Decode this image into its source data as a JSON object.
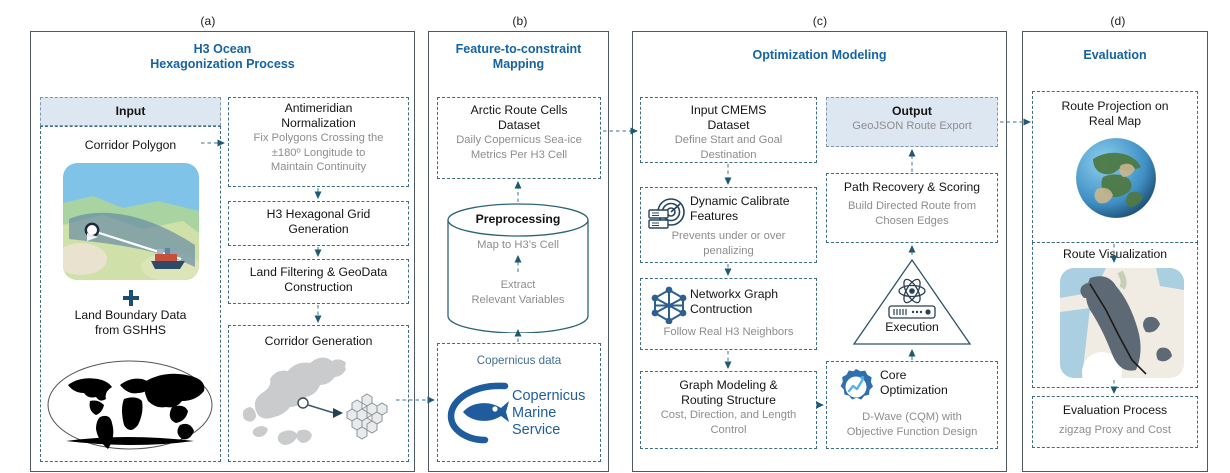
{
  "figure": {
    "captions": [
      "(a)",
      "(b)",
      "(c)",
      "(d)"
    ]
  },
  "panels": {
    "a": {
      "caption": "(a)",
      "title": "H3 Ocean\nHexagonization Process",
      "title_line1": "H3 Ocean",
      "title_line2": "Hexagonization Process",
      "input_header": "Input",
      "input_item1": "Corridor Polygon",
      "input_plus": "+",
      "input_item2_line1": "Land Boundary Data",
      "input_item2_line2": "from GSHHS",
      "steps": [
        {
          "title_line1": "Antimeridian",
          "title_line2": "Normalization",
          "sub_line1": "Fix Polygons Crossing the",
          "sub_line2": "±180º Longitude to",
          "sub_line3": "Maintain Continuity"
        },
        {
          "title_line1": "H3 Hexagonal Grid",
          "title_line2": "Generation",
          "sub_line1": "",
          "sub_line2": "",
          "sub_line3": ""
        },
        {
          "title_line1": "Land Filtering & GeoData",
          "title_line2": "Construction",
          "sub_line1": "",
          "sub_line2": "",
          "sub_line3": ""
        },
        {
          "title_line1": "Corridor Generation",
          "title_line2": "",
          "sub_line1": "",
          "sub_line2": "",
          "sub_line3": ""
        }
      ]
    },
    "b": {
      "caption": "(b)",
      "title_line1": "Feature-to-constraint",
      "title_line2": "Mapping",
      "dataset_title_line1": "Arctic Route Cells",
      "dataset_title_line2": "Dataset",
      "dataset_sub_line1": "Daily Copernicus Sea-ice",
      "dataset_sub_line2": "Metrics Per H3 Cell",
      "cylinder_title": "Preprocessing",
      "cylinder_line1": "Map to H3’s Cell",
      "cylinder_line2": "Extract",
      "cylinder_line3": "Relevant Variables",
      "source_label": "Copernicus data",
      "logo_line1": "Copernicus",
      "logo_line2": "Marine Service"
    },
    "c": {
      "caption": "(c)",
      "title": "Optimization Modeling",
      "left_column": [
        {
          "title_line1": "Input CMEMS",
          "title_line2": "Dataset",
          "sub_line1": "Define Start and Goal",
          "sub_line2": "Destination",
          "icon": ""
        },
        {
          "title_line1": "Dynamic Calibrate",
          "title_line2": "Features",
          "sub_line1": "Prevents under or over",
          "sub_line2": "penalizing",
          "icon": "radar-server-icon"
        },
        {
          "title_line1": "Networkx Graph",
          "title_line2": "Contruction",
          "sub_line1": "Follow Real H3 Neighbors",
          "sub_line2": "",
          "icon": "graph-network-icon"
        },
        {
          "title_line1": "Graph Modeling &",
          "title_line2": "Routing Structure",
          "sub_line1": "Cost, Direction, and Length",
          "sub_line2": "Control",
          "icon": ""
        }
      ],
      "right_column": {
        "output_title": "Output",
        "output_sub": "GeoJSON Route Export",
        "path_title": "Path Recovery & Scoring",
        "path_sub_line1": "Build Directed Route from",
        "path_sub_line2": "Chosen Edges",
        "execution_label": "Execution",
        "core_title_line1": "Core",
        "core_title_line2": "Optimization",
        "core_sub_line1": "D-Wave (CQM) with",
        "core_sub_line2": "Objective Function Design"
      }
    },
    "d": {
      "caption": "(d)",
      "title": "Evaluation",
      "items": [
        {
          "title_line1": "Route Projection on",
          "title_line2": "Real Map",
          "sub": ""
        },
        {
          "title_line1": "Route Visualization",
          "title_line2": "",
          "sub": ""
        },
        {
          "title_line1": "Evaluation Process",
          "title_line2": "",
          "sub": "zigzag Proxy and Cost"
        }
      ]
    }
  },
  "colors": {
    "panel_border": "#4e5964",
    "title_blue": "#1463a3",
    "dashed_blue": "#3d6d82",
    "fill_blue": "#dde7f2",
    "sub_gray": "#8d8d8d",
    "copernicus_blue": "#1f5c9e"
  }
}
